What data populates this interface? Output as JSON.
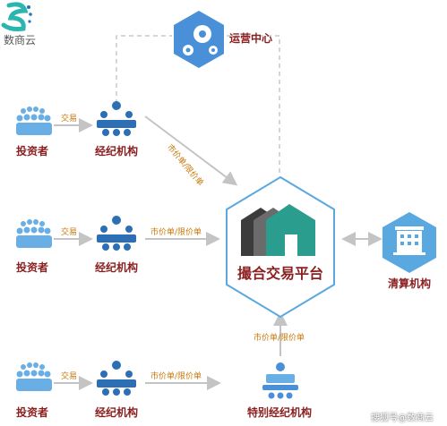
{
  "logo": {
    "text": "数商云",
    "colors": [
      "#2bb5b0",
      "#1f77b4"
    ]
  },
  "ops_center": {
    "label": "运营中心"
  },
  "platform": {
    "label": "撮合交易平台"
  },
  "clearing": {
    "label": "清算机构"
  },
  "rows": [
    {
      "investor": "投资者",
      "trade": "交易",
      "broker": "经纪机构",
      "order": "市价单/限价单"
    },
    {
      "investor": "投资者",
      "trade": "交易",
      "broker": "经纪机构",
      "order": "市价单/限价单"
    },
    {
      "investor": "投资者",
      "trade": "交易",
      "broker": "经纪机构",
      "order": "市价单/限价单"
    }
  ],
  "special_broker": {
    "label": "特别经纪机构",
    "order": "市价单/限价单"
  },
  "watermark": "搜狐号@数商云",
  "colors": {
    "blue": "#4a90d9",
    "red_label": "#8a1f1f",
    "orange": "#c8780a",
    "teal": "#2a9d8f",
    "arrow": "#c0c0c0"
  }
}
